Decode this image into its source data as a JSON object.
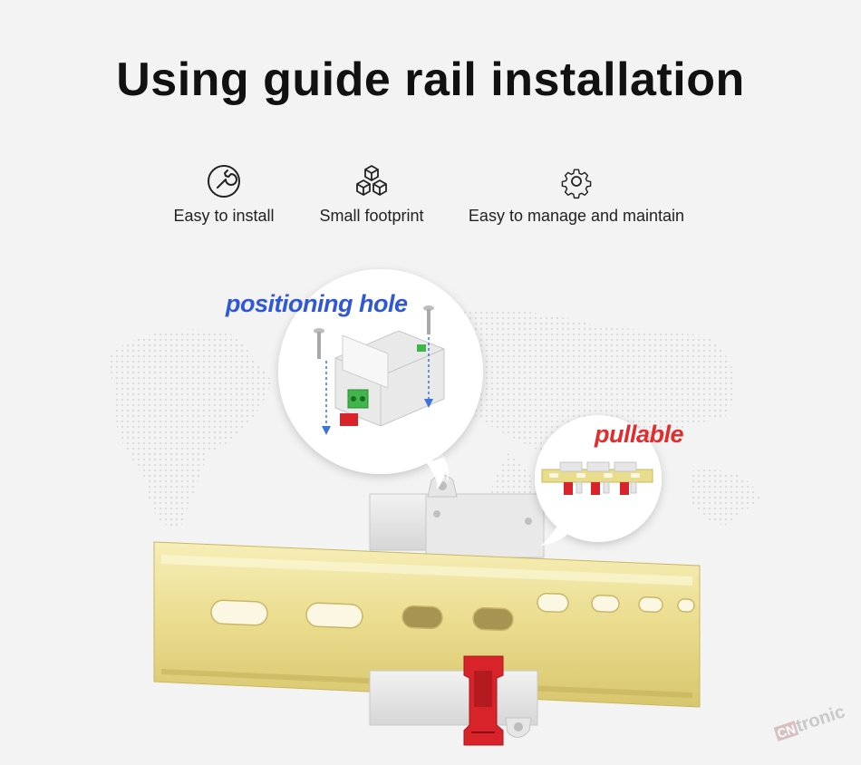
{
  "title": "Using guide rail installation",
  "features": [
    {
      "icon": "wrench-circle-icon",
      "label": "Easy to install"
    },
    {
      "icon": "stacked-cubes-icon",
      "label": "Small footprint"
    },
    {
      "icon": "gear-icon",
      "label": "Easy to manage and maintain"
    }
  ],
  "callouts": {
    "positioning": "positioning hole",
    "pullable": "pullable"
  },
  "watermark": {
    "prefix": "CN",
    "suffix": "tronic"
  },
  "colors": {
    "positioning_text": "#2f57d6",
    "pullable_text": "#e02d2d",
    "rail": "#e8d98a",
    "module": "#e6e6e6",
    "clip": "#d8232a",
    "terminal": "#3fb54a"
  }
}
